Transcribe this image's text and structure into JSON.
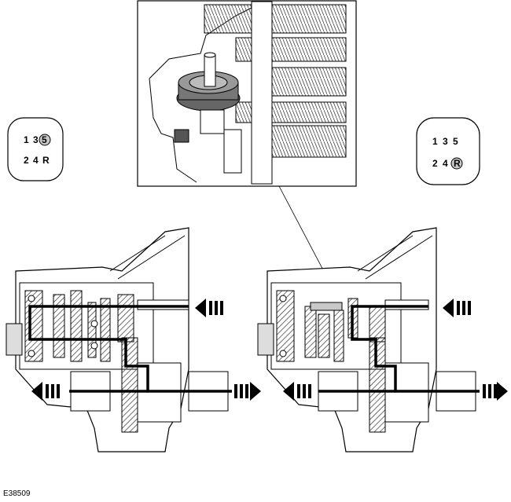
{
  "figure_ref": "E38509",
  "gear_left": {
    "row1": [
      "1",
      "3",
      "5"
    ],
    "row2": [
      "2",
      "4",
      "R"
    ],
    "selected": "5"
  },
  "gear_right": {
    "row1": [
      "1",
      "3",
      "5"
    ],
    "row2": [
      "2",
      "4",
      "R"
    ],
    "selected": "R"
  },
  "colors": {
    "line": "#000000",
    "highlight": "#c8c8c8",
    "hatch": "#555555"
  }
}
